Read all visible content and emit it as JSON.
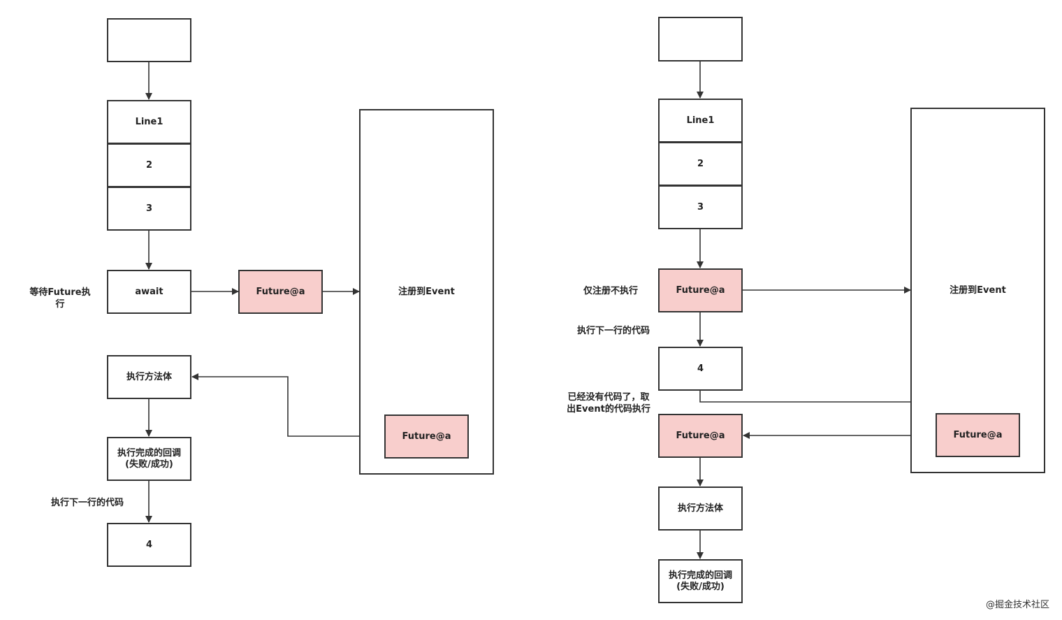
{
  "left": {
    "line1": "Line1",
    "line2": "2",
    "line3": "3",
    "await": "await",
    "future_a": "Future@a",
    "event_container": "注册到Event",
    "event_future": "Future@a",
    "exec_body": "执行方法体",
    "callback": "执行完成的回调\n(失败/成功)",
    "line4": "4",
    "label_wait": "等待Future执行",
    "label_next": "执行下一行的代码"
  },
  "right": {
    "line1": "Line1",
    "line2": "2",
    "line3": "3",
    "future_a": "Future@a",
    "event_container": "注册到Event",
    "line4": "4",
    "event_future": "Future@a",
    "future_b": "Future@a",
    "exec_body": "执行方法体",
    "callback": "执行完成的回调\n(失败/成功)",
    "label_register": "仅注册不执行",
    "label_next": "执行下一行的代码",
    "label_fetch": "已经没有代码了，取\n出Event的代码执行"
  },
  "watermark": "@掘金技术社区",
  "colors": {
    "pink": "#f8cecc",
    "stroke": "#333333"
  }
}
